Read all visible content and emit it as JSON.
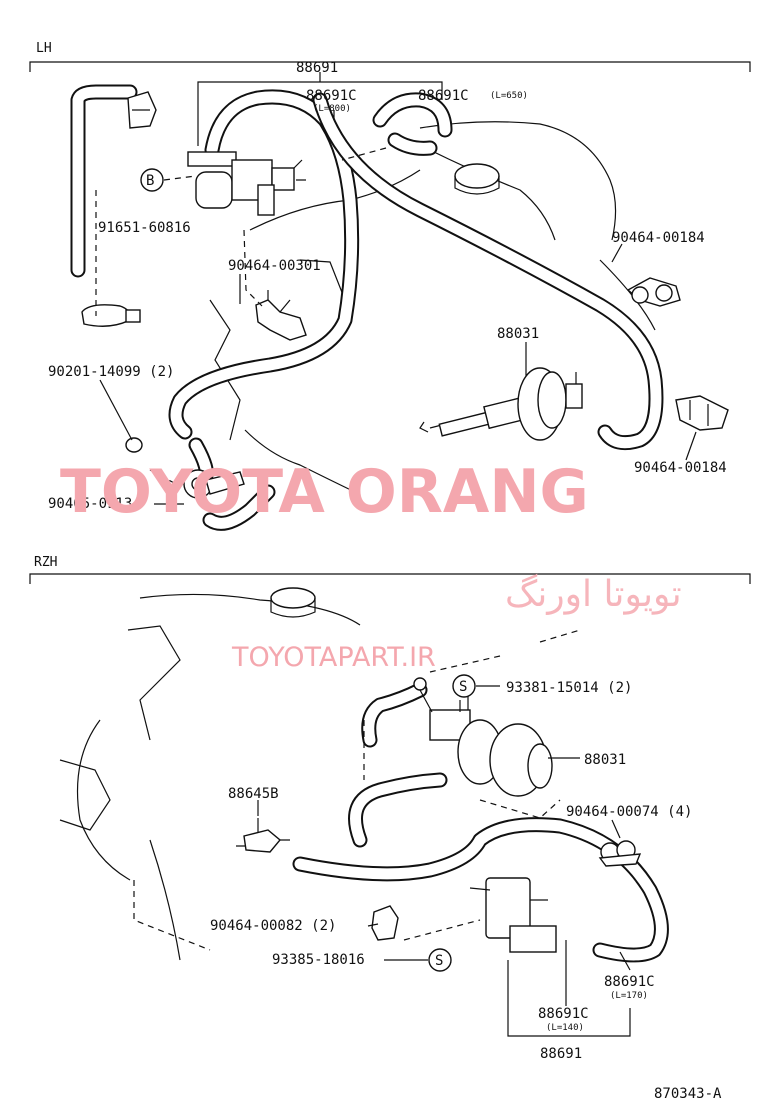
{
  "sections": {
    "lh": "LH",
    "rzh": "RZH"
  },
  "lh_labels": {
    "p88691": "88691",
    "p88691c_a": "88691C",
    "p88691c_a_len": "(L=800)",
    "p88691c_b": "88691C",
    "p88691c_b_len": "(L=650)",
    "b_marker": "B",
    "p91651": "91651-60816",
    "p90464_00301": "90464-00301",
    "p90464_00184_top": "90464-00184",
    "p88031": "88031",
    "p90201": "90201-14099 (2)",
    "p90464_00184_bot": "90464-00184",
    "p90405": "90405-09134"
  },
  "rzh_labels": {
    "s_marker_top": "S",
    "p93381": "93381-15014 (2)",
    "p88031": "88031",
    "p88645b": "88645B",
    "p90464_00074": "90464-00074 (4)",
    "p90464_00082": "90464-00082 (2)",
    "p93385": "93385-18016",
    "s_marker_bot": "S",
    "p88691c_right": "88691C",
    "p88691c_right_len": "(L=170)",
    "p88691c_mid": "88691C",
    "p88691c_mid_len": "(L=140)",
    "p88691": "88691"
  },
  "watermark": {
    "latin": "TOYOTA ORANG",
    "persian": "تویوتا اورنگ",
    "url": "TOYOTAPART.IR"
  },
  "figure_code": "870343-A"
}
